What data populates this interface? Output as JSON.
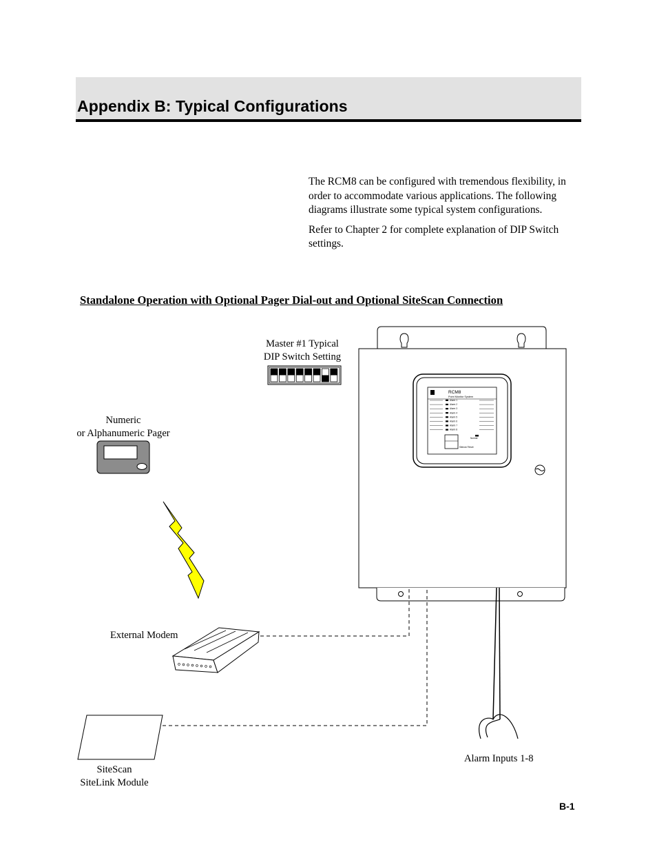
{
  "header": {
    "title": "Appendix B:  Typical Configurations"
  },
  "intro": {
    "paragraph1": "The RCM8 can be configured with tremendous flexibility, in order to accommodate various applications.  The following diagrams illustrate some typical system configurations.",
    "paragraph2": "Refer to Chapter 2 for complete explanation of DIP Switch settings."
  },
  "section": {
    "heading": "Standalone Operation with Optional Pager Dial-out and Optional SiteScan Connection"
  },
  "diagram": {
    "dip_label_line1": "Master #1 Typical",
    "dip_label_line2": "DIP Switch Setting",
    "pager_label_line1": "Numeric",
    "pager_label_line2": "or Alphanumeric Pager",
    "modem_label": "External Modem",
    "sitescan_label_line1": "SiteScan",
    "sitescan_label_line2": "SiteLink Module",
    "alarm_label": "Alarm Inputs 1-8",
    "panel": {
      "brand": "RCM8",
      "subtitle": "Point Monitor System",
      "alarms": [
        "Alarm 1",
        "Alarm 2",
        "Alarm 3",
        "Alarm 4",
        "Alarm 5",
        "Alarm 6",
        "Alarm 7",
        "Alarm 8"
      ],
      "normal_label": "Normal",
      "silence_label": "Silence/ Reset"
    }
  },
  "footer": {
    "page_number": "B-1"
  }
}
